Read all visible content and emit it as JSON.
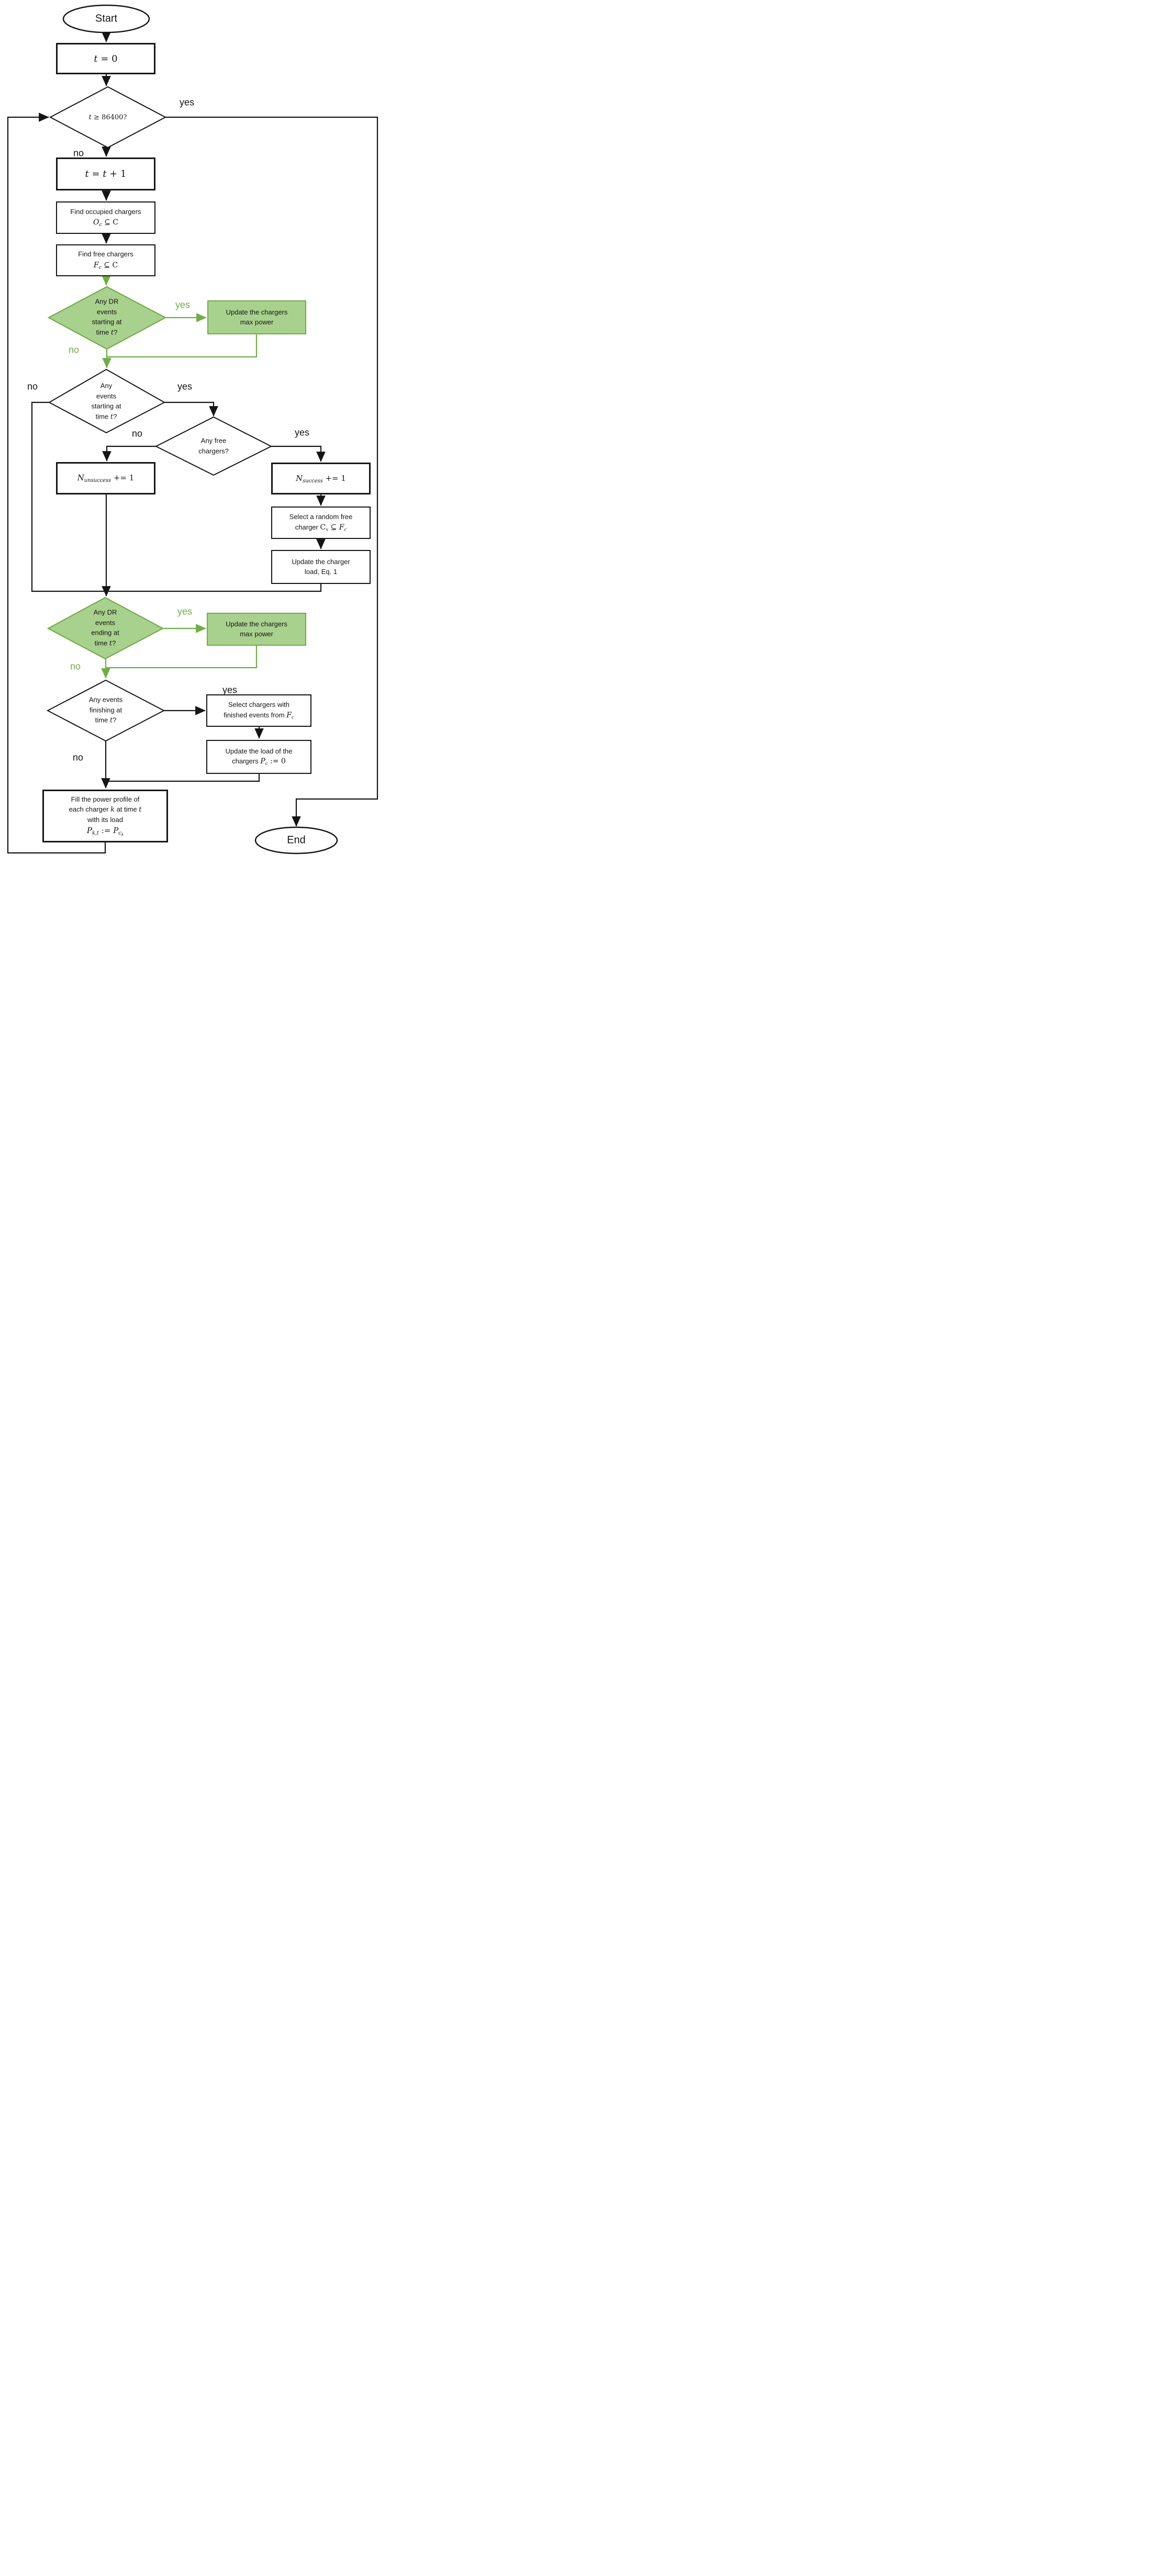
{
  "colors": {
    "green_fill": "#a9d18e",
    "green_stroke": "#70ad47",
    "line_black": "#151515"
  },
  "edge_labels": {
    "yes": "yes",
    "no": "no"
  },
  "nodes": {
    "start": {
      "label": "Start"
    },
    "t_init": {
      "v": "t",
      "rest": " = 0"
    },
    "t_check": {
      "v": "t",
      "rest": " ≥ 86400?"
    },
    "t_inc": {
      "v1": "t",
      "m1": " = ",
      "v2": "t",
      "m2": " + 1"
    },
    "find_occupied": {
      "line1": "Find occupied chargers",
      "fvar": "O",
      "fsub": "c",
      "frest": " ⊆ C"
    },
    "find_free": {
      "line1": "Find free chargers",
      "fvar": "F",
      "fsub": "c",
      "frest": " ⊆ C"
    },
    "dr_start": {
      "line1": "Any DR",
      "line2": "events",
      "line3": "starting at",
      "line4_pre": "time ",
      "tvar": "t",
      "line4_rest": "?"
    },
    "update_max_start": {
      "line1": "Update the chargers",
      "line2": "max power"
    },
    "events_start": {
      "line1": "Any",
      "line2": "events",
      "line3": "starting at",
      "line4_pre": "time ",
      "tvar": "t",
      "line4_rest": "?"
    },
    "free_chargers": {
      "line1": "Any free",
      "line2": "chargers?"
    },
    "n_unsuccess": {
      "v": "N",
      "sub": "unsuccess",
      "rest": " += 1"
    },
    "n_success": {
      "v": "N",
      "sub": "success",
      "rest": " += 1"
    },
    "select_free": {
      "line1": "Select a random free",
      "line2_pre": "charger ",
      "set": "C",
      "sub1": "x",
      "mid": " ⊆ ",
      "v": "F",
      "sub2": "c"
    },
    "update_load": {
      "line1": "Update the charger",
      "line2": "load, Eq. 1"
    },
    "dr_end": {
      "line1": "Any DR",
      "line2": "events",
      "line3": "ending at",
      "line4_pre": "time ",
      "tvar": "t",
      "line4_rest": "?"
    },
    "update_max_end": {
      "line1": "Update the chargers",
      "line2": "max power"
    },
    "events_finish": {
      "line1": "Any events",
      "line2": "finishing at",
      "line3_pre": "time ",
      "tvar": "t",
      "line3_rest": "?"
    },
    "select_finished": {
      "line1": "Select chargers with",
      "line2_pre": "finished events from ",
      "v": "F",
      "sub": "c"
    },
    "reset_load": {
      "line1": "Update the load of the",
      "line2_pre": "chargers ",
      "v": "P",
      "sub": "c",
      "rest": " := 0"
    },
    "fill_profile": {
      "line1": "Fill the power profile of",
      "line2_pre": "each charger ",
      "kvar": "k",
      "line2_mid": " at time ",
      "tvar": "t",
      "line3": "with its load",
      "fv1": "P",
      "fs1": "k,t",
      "fmid": " := ",
      "fv2": "P",
      "fs2": "c",
      "fs3": "k"
    },
    "end": {
      "label": "End"
    }
  }
}
